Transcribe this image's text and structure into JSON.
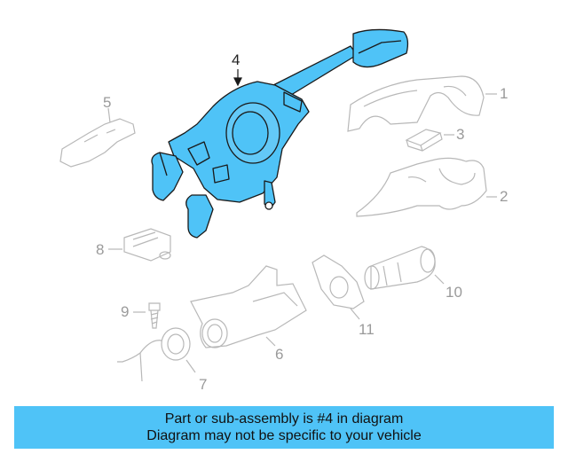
{
  "diagram": {
    "callouts": [
      {
        "id": "4",
        "label": "4",
        "highlighted": true
      },
      {
        "id": "1",
        "label": "1"
      },
      {
        "id": "2",
        "label": "2"
      },
      {
        "id": "3",
        "label": "3"
      },
      {
        "id": "5",
        "label": "5"
      },
      {
        "id": "6",
        "label": "6"
      },
      {
        "id": "7",
        "label": "7"
      },
      {
        "id": "8",
        "label": "8"
      },
      {
        "id": "9",
        "label": "9"
      },
      {
        "id": "10",
        "label": "10"
      },
      {
        "id": "11",
        "label": "11"
      }
    ],
    "colors": {
      "highlight_fill": "#4fc3f7",
      "highlight_stroke": "#1a1a1a",
      "ghost_stroke": "#b8b8b8",
      "banner_bg": "#4fc3f7"
    }
  },
  "banner": {
    "line1": "Part or sub-assembly is #4 in diagram",
    "line2": "Diagram may not be specific to your vehicle"
  }
}
